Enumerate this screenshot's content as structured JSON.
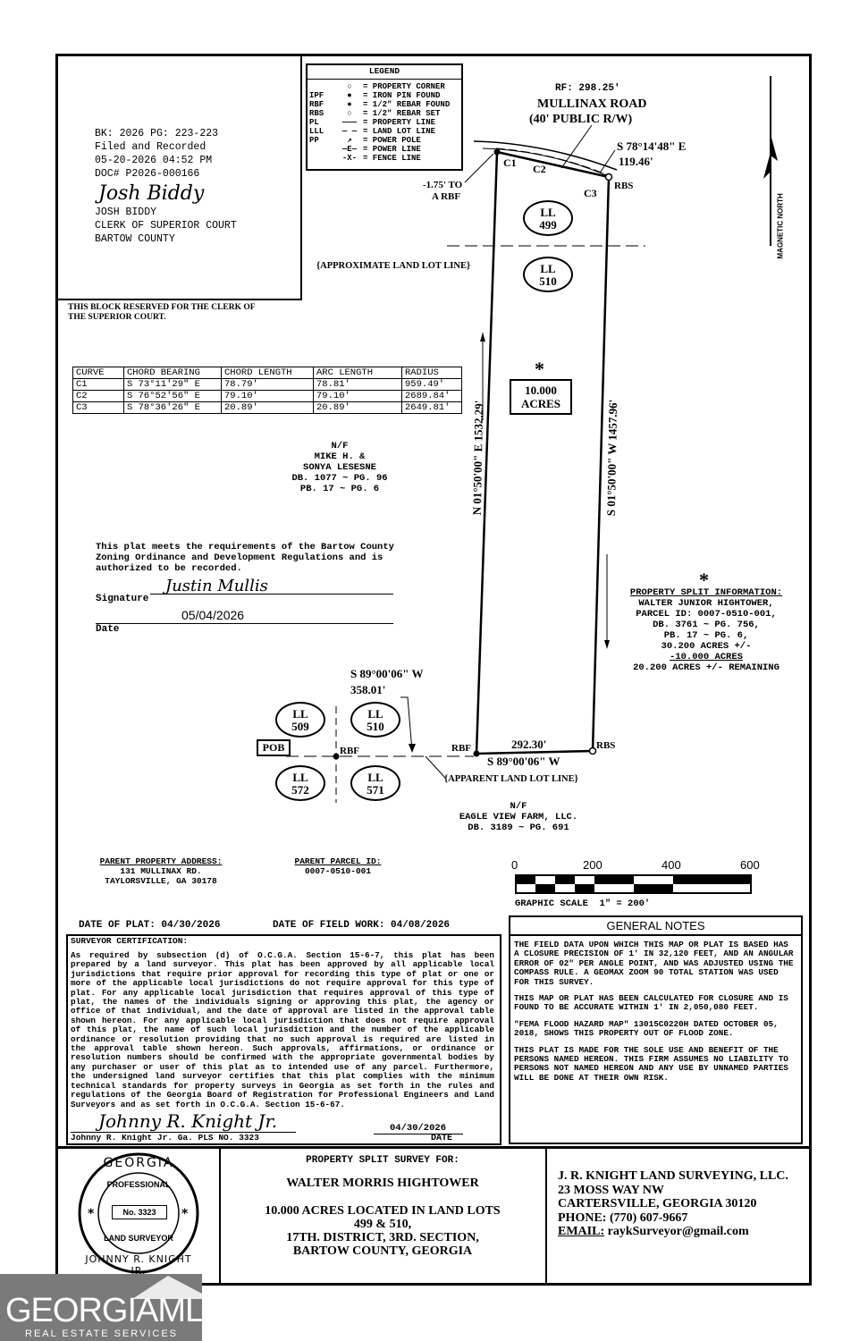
{
  "recording_block": {
    "bk_pg": "BK: 2026 PG: 223-223",
    "filed": "Filed and Recorded",
    "datetime": "05-20-2026 04:52 PM",
    "doc": "DOC# P2026-000166",
    "signature": "Josh Biddy",
    "clerk_name": "JOSH BIDDY",
    "clerk_title": "CLERK OF SUPERIOR COURT",
    "county": "BARTOW COUNTY",
    "reserved": "THIS BLOCK RESERVED FOR THE CLERK OF THE SUPERIOR COURT."
  },
  "legend": {
    "title": "LEGEND",
    "rows": [
      {
        "abbr": "",
        "sym": "○",
        "text": "= PROPERTY CORNER"
      },
      {
        "abbr": "IPF",
        "sym": "●",
        "text": "= IRON PIN FOUND"
      },
      {
        "abbr": "RBF",
        "sym": "●",
        "text": "= 1/2\" REBAR FOUND"
      },
      {
        "abbr": "RBS",
        "sym": "○",
        "text": "= 1/2\" REBAR SET"
      },
      {
        "abbr": "PL",
        "sym": "———",
        "text": "= PROPERTY LINE"
      },
      {
        "abbr": "LLL",
        "sym": "— —",
        "text": "= LAND LOT LINE"
      },
      {
        "abbr": "PP",
        "sym": "↗",
        "text": "= POWER POLE"
      },
      {
        "abbr": "",
        "sym": "—E—",
        "text": "= POWER LINE"
      },
      {
        "abbr": "",
        "sym": "-X-",
        "text": "= FENCE LINE"
      }
    ]
  },
  "road": {
    "rf": "RF: 298.25'",
    "name": "MULLINAX ROAD",
    "row": "(40' PUBLIC R/W)",
    "bearing": "S 78°14'48\" E",
    "distance": "119.46'"
  },
  "north_label": "MAGNETIC NORTH",
  "labels": {
    "c1": "C1",
    "c2": "C2",
    "c3": "C3",
    "to_rbf": "-1.75' TO",
    "a_rbf": "A RBF",
    "rbs_top": "RBS",
    "approx_lll": "{APPROXIMATE LAND LOT LINE}",
    "west_line": "N 01°50'00\" E  1532.29'",
    "east_line": "S 01°50'00\" W  1457.96'",
    "star": "*",
    "acres_1": "10.000",
    "acres_2": "ACRES",
    "south_dist": "292.30'",
    "south_bearing": "S 89°00'06\" W",
    "pob_bearing": "S 89°00'06\" W",
    "pob_dist": "358.01'",
    "pob": "POB",
    "rbf_pob": "RBF",
    "rbf_sw": "RBF",
    "rbs_se": "RBS",
    "apparent_lll": "{APPARENT LAND LOT LINE}"
  },
  "land_lots": {
    "ll499": [
      "LL",
      "499"
    ],
    "ll510a": [
      "LL",
      "510"
    ],
    "ll509": [
      "LL",
      "509"
    ],
    "ll510b": [
      "LL",
      "510"
    ],
    "ll572": [
      "LL",
      "572"
    ],
    "ll571": [
      "LL",
      "571"
    ]
  },
  "curve_table": {
    "headers": [
      "CURVE",
      "CHORD BEARING",
      "CHORD LENGTH",
      "ARC LENGTH",
      "RADIUS"
    ],
    "rows": [
      [
        "C1",
        "S 73°11'29\" E",
        "78.79'",
        "78.81'",
        "959.49'"
      ],
      [
        "C2",
        "S 76°52'56\" E",
        "79.10'",
        "79.10'",
        "2689.84'"
      ],
      [
        "C3",
        "S 78°36'26\" E",
        "20.89'",
        "20.89'",
        "2649.81'"
      ]
    ]
  },
  "nf_west": [
    "N/F",
    "MIKE H. &",
    "SONYA LESESNE",
    "DB. 1077 ~ PG. 96",
    "PB. 17 ~ PG. 6"
  ],
  "nf_south": [
    "N/F",
    "EAGLE VIEW FARM, LLC.",
    "DB. 3189 ~ PG. 691"
  ],
  "zoning": {
    "text": [
      "This plat meets the requirements of the Bartow County",
      "Zoning Ordinance and Development Regulations and is",
      "authorized to be recorded."
    ],
    "signature": "Justin Mullis",
    "sig_label": "Signature",
    "date_value": "05/04/2026",
    "date_label": "Date"
  },
  "split_info": {
    "star": "*",
    "title": "PROPERTY SPLIT INFORMATION:",
    "lines": [
      "WALTER JUNIOR HIGHTOWER,",
      "PARCEL ID: 0007-0510-001,",
      "DB. 3761 ~ PG. 756,",
      "PB. 17 ~ PG. 6,",
      "30.200 ACRES +/-"
    ],
    "minus": "-10.000 ACRES",
    "remaining": "20.200 ACRES +/- REMAINING"
  },
  "parent": {
    "addr_label": "PARENT PROPERTY ADDRESS:",
    "addr_1": "131 MULLINAX RD.",
    "addr_2": "TAYLORSVILLE, GA 30178",
    "parcel_label": "PARENT PARCEL ID:",
    "parcel": "0007-0510-001"
  },
  "scale": {
    "ticks": [
      "0",
      "200",
      "400",
      "600"
    ],
    "label": "GRAPHIC SCALE  1\" = 200'"
  },
  "dates": {
    "plat": "DATE OF PLAT: 04/30/2026",
    "field": "DATE OF FIELD WORK: 04/08/2026"
  },
  "certification": {
    "title": "SURVEYOR CERTIFICATION:",
    "body": "As required by subsection (d) of O.C.G.A. Section 15-6-7, this plat has been prepared by a land surveyor. This plat has been approved by all applicable local jurisdictions that require prior approval for recording this type of plat or one or more of the applicable local jurisdictions do not require approval for this type of plat. For any applicable local jurisdiction that requires approval of this type of plat, the names of the individuals signing or approving this plat, the agency or office of that individual, and the date of approval are listed in the approval table shown hereon. For any applicable local jurisdiction that does not require approval of this plat, the name of such local jurisdiction and the number of the applicable ordinance or resolution providing that no such approval is required are listed in the approval table shown hereon. Such approvals, affirmations, or ordinance or resolution numbers should be confirmed with the appropriate governmental bodies by any purchaser or user of this plat as to intended use of any parcel. Furthermore, the undersigned land surveyor certifies that this plat complies with the minimum technical standards for property surveys in Georgia as set forth in the rules and regulations of the Georgia Board of Registration for Professional Engineers and Land Surveyors and as set forth in O.C.G.A. Section 15-6-67.",
    "signature": "Johnny R. Knight Jr.",
    "signer": "Johnny R. Knight Jr. Ga. PLS NO. 3323",
    "sign_date": "04/30/2026",
    "date_label": "DATE"
  },
  "general_notes": {
    "title": "GENERAL NOTES",
    "p1": "THE FIELD DATA UPON WHICH THIS MAP OR PLAT IS BASED HAS A CLOSURE PRECISION OF 1' IN 32,120 FEET, AND AN ANGULAR ERROR OF 02\" PER ANGLE POINT, AND WAS ADJUSTED USING THE COMPASS RULE. A GEOMAX ZOOM 90 TOTAL STATION WAS USED FOR THIS SURVEY.",
    "p2": "THIS MAP OR PLAT HAS BEEN CALCULATED FOR CLOSURE AND IS FOUND TO BE ACCURATE WITHIN 1' IN 2,050,080 FEET.",
    "p3": "\"FEMA FLOOD HAZARD MAP\" 13015C0220H DATED OCTOBER 05, 2018, SHOWS THIS PROPERTY OUT OF FLOOD ZONE.",
    "p4": "THIS PLAT IS MADE FOR THE SOLE USE AND BENEFIT OF THE PERSONS NAMED HEREON. THIS FIRM ASSUMES NO LIABILITY TO PERSONS NOT NAMED HEREON AND ANY USE BY UNNAMED PARTIES WILL BE DONE AT THEIR OWN RISK."
  },
  "seal": {
    "top": "GEORGIA",
    "professional": "PROFESSIONAL",
    "number": "No. 3323",
    "land_surveyor": "LAND SURVEYOR",
    "name": "JOHNNY R. KNIGHT JR."
  },
  "title_block": {
    "heading": "PROPERTY SPLIT SURVEY FOR:",
    "owner": "WALTER MORRIS HIGHTOWER",
    "l1": "10.000 ACRES LOCATED IN LAND LOTS",
    "l2": "499 & 510,",
    "l3": "17TH. DISTRICT, 3RD. SECTION,",
    "l4": "BARTOW COUNTY, GEORGIA"
  },
  "firm": {
    "name": "J. R. KNIGHT LAND SURVEYING, LLC.",
    "addr1": "23 MOSS WAY NW",
    "addr2": "CARTERSVILLE, GEORGIA 30120",
    "phone": "PHONE: (770) 607-9667",
    "email_label": "EMAIL:",
    "email": "raykSurveyor@gmail.com"
  },
  "watermark": {
    "brand": "GEORGIAMLS",
    "sub": "REAL ESTATE SERVICES"
  }
}
